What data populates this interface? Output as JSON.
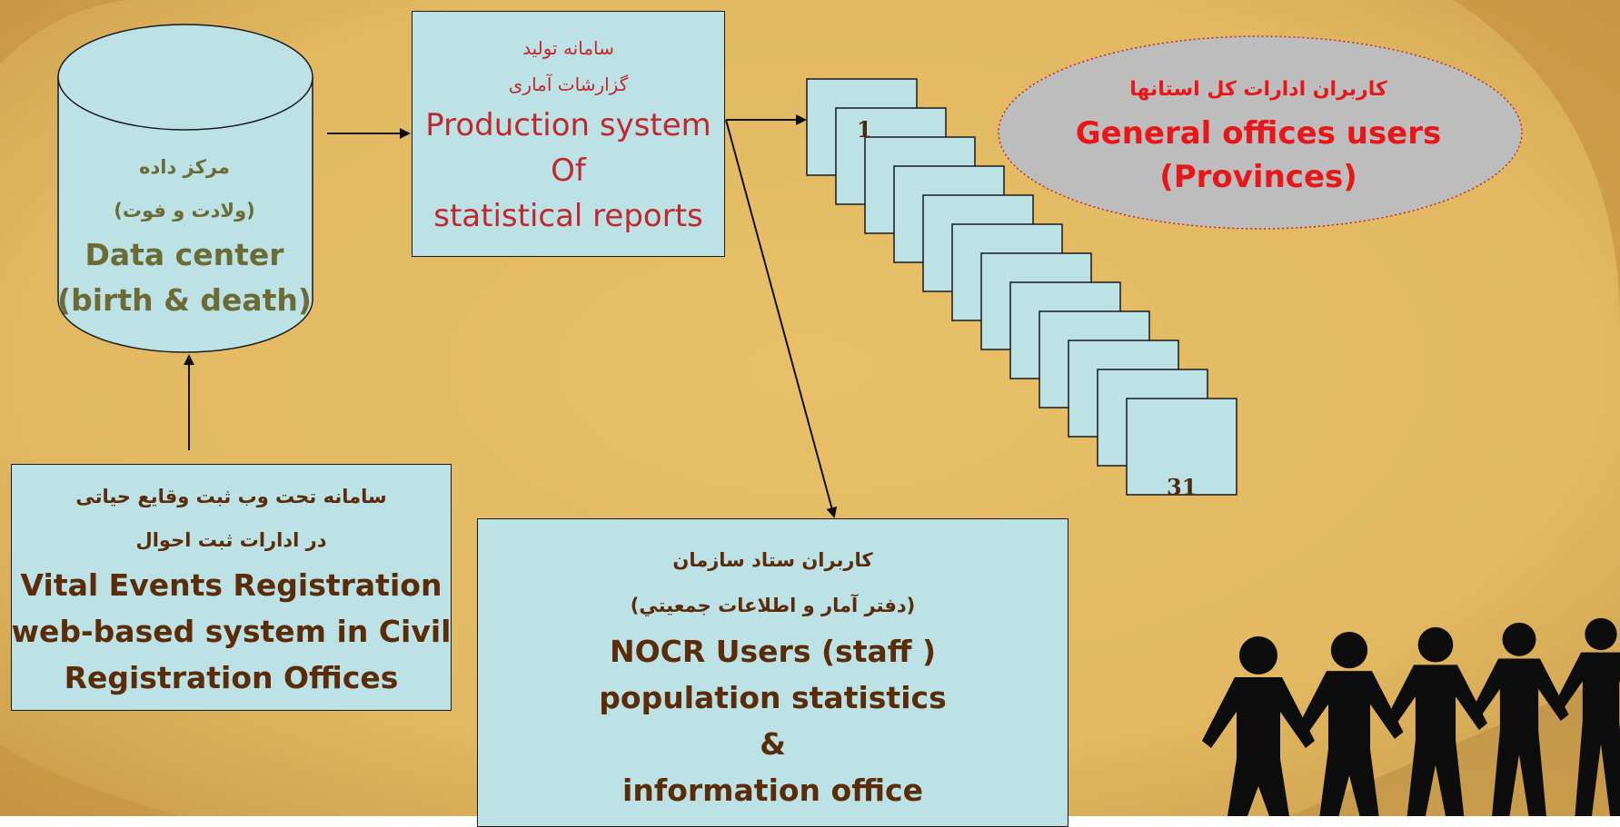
{
  "colors": {
    "background": "#e2b862",
    "box_fill": "#bde2e6",
    "box_text_brown": "#5a2c0a",
    "data_center_text": "#6b6b36",
    "production_text": "#c0282d",
    "general_text": "#e81519",
    "ellipse_fill": "#bdbdbd"
  },
  "data_center": {
    "title_fa": "مرکز داده",
    "subtitle_fa": "(ولادت و فوت)",
    "title_en_1": "Data center",
    "title_en_2": "(birth & death)"
  },
  "production_system": {
    "title_fa_1": "سامانه تولید",
    "title_fa_2": "گزارشات آماری",
    "title_en_1": "Production system",
    "title_en_2": "Of",
    "title_en_3": "statistical reports"
  },
  "vital_events": {
    "title_fa_1": "سامانه تحت وب ثبت وقایع حیاتی",
    "title_fa_2": "در ادارات ثبت احوال",
    "title_en_1": "Vital Events Registration",
    "title_en_2": "web-based system in Civil",
    "title_en_3": "Registration Offices"
  },
  "general_offices": {
    "title_fa": "کاربران ادارات کل استانها",
    "title_en_1": "General offices users",
    "title_en_2": "(Provinces)"
  },
  "nocr_users": {
    "title_fa_1": "کاربران ستاد سازمان",
    "title_fa_2": "(دفتر آمار و اطلاعات جمعيتي)",
    "title_en_1": "NOCR Users (staff )",
    "title_en_2": "population statistics",
    "title_en_3": "&",
    "title_en_4": "information office"
  },
  "report_pages": {
    "count": 12,
    "first_label": "1",
    "last_label": "31"
  },
  "decoration": {
    "icon": "people-holding-hands-icon"
  }
}
